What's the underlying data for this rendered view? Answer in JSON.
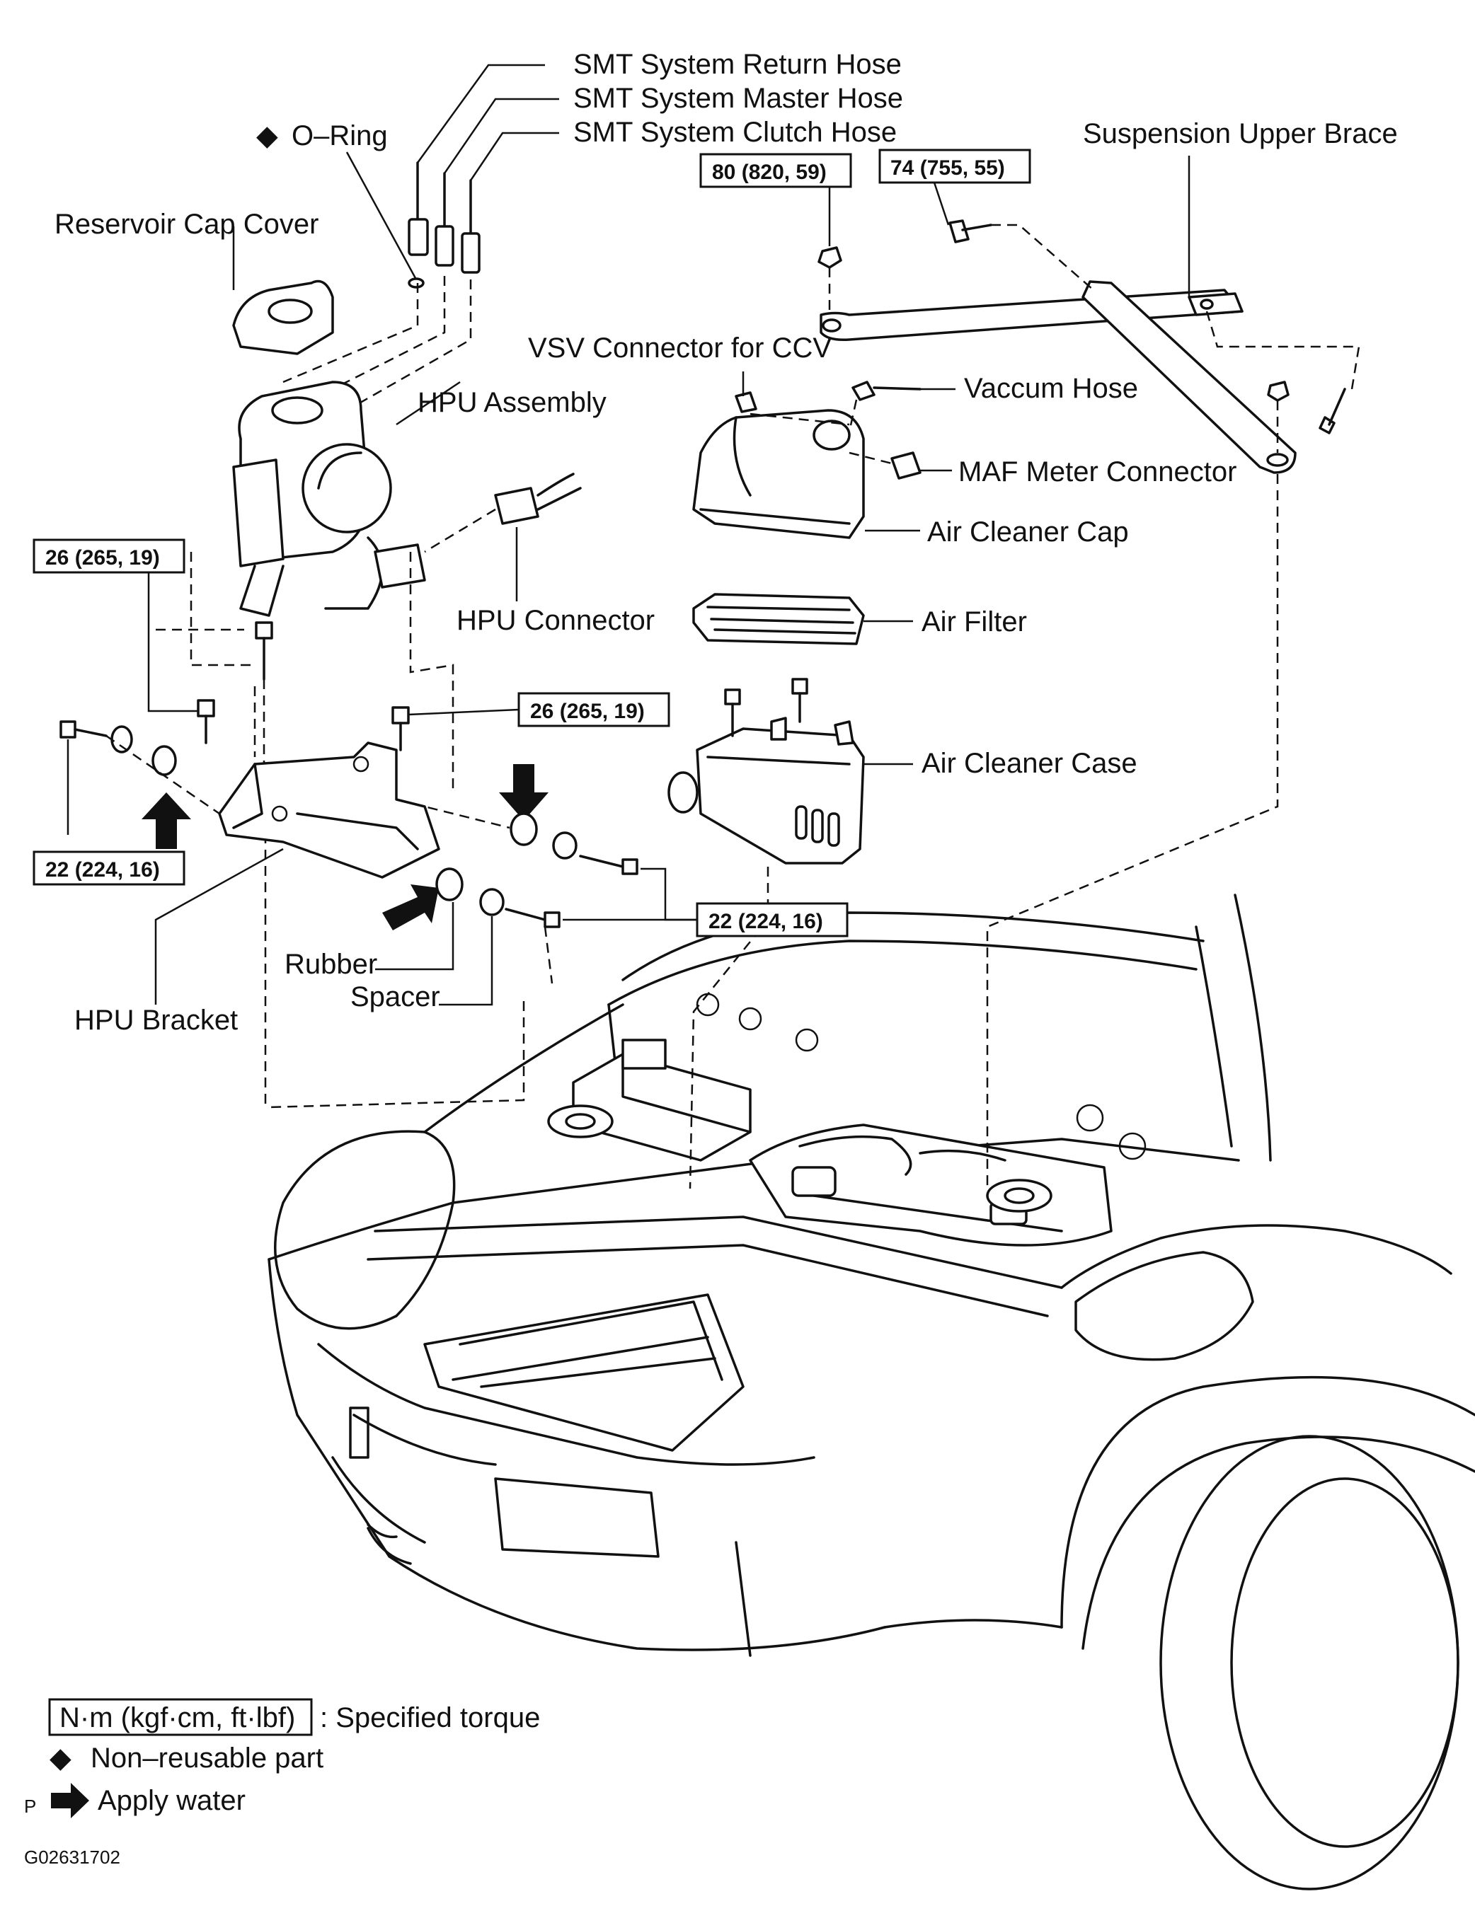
{
  "labels": {
    "smt_return_hose": "SMT System Return Hose",
    "smt_master_hose": "SMT System Master Hose",
    "smt_clutch_hose": "SMT System Clutch Hose",
    "o_ring": "O–Ring",
    "reservoir_cap_cover": "Reservoir Cap Cover",
    "hpu_assembly": "HPU Assembly",
    "hpu_connector": "HPU Connector",
    "hpu_bracket": "HPU Bracket",
    "rubber": "Rubber",
    "spacer": "Spacer",
    "suspension_upper_brace": "Suspension Upper Brace",
    "vsv_connector": "VSV Connector for CCV",
    "vaccum_hose": "Vaccum Hose",
    "maf_meter_connector": "MAF Meter Connector",
    "air_cleaner_cap": "Air Cleaner Cap",
    "air_filter": "Air Filter",
    "air_cleaner_case": "Air Cleaner Case"
  },
  "torques": {
    "brace_nut": "80 (820, 59)",
    "brace_bolt": "74 (755, 55)",
    "hpu_upper_bolts": "26 (265, 19)",
    "bracket_bolt": "26 (265, 19)",
    "bracket_side_bolt": "22 (224, 16)",
    "bracket_mount_bolts": "22 (224, 16)"
  },
  "symbols": {
    "non_reusable": "◆",
    "apply_water": "➡"
  },
  "legend": {
    "torque_unit": "N·m (kgf·cm, ft·lbf)",
    "torque_desc": ": Specified torque",
    "non_reusable": "Non–reusable part",
    "apply_water": "Apply water",
    "page_letter": "P",
    "figure_id": "G02631702"
  }
}
